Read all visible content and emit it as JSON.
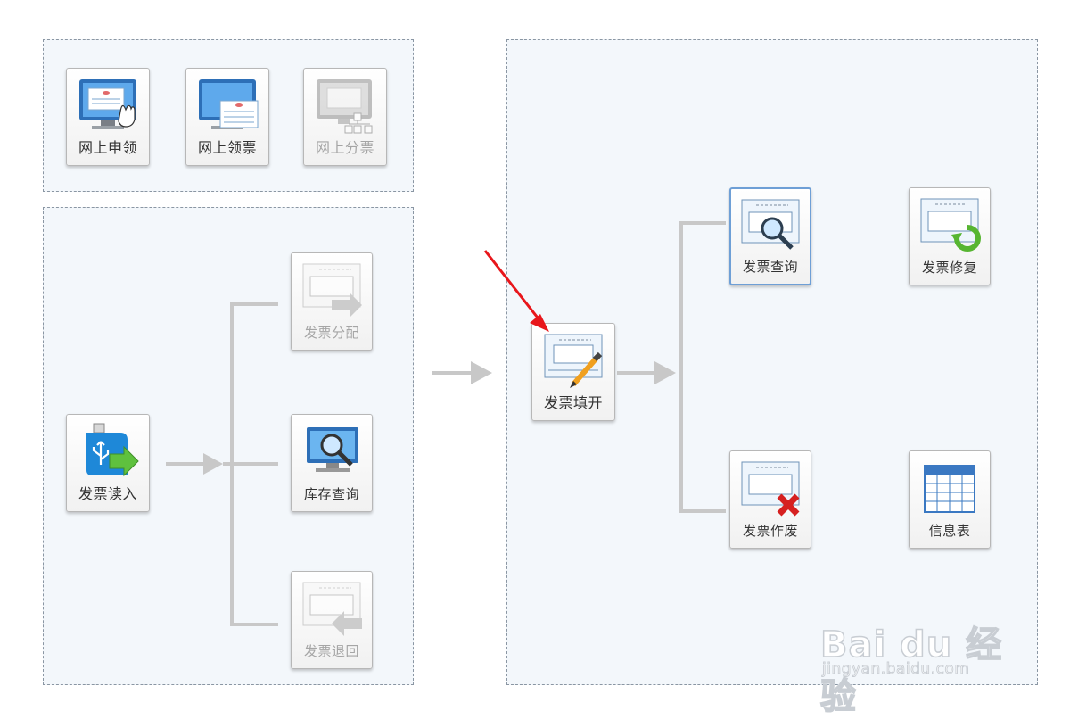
{
  "top_panel": {
    "tiles": [
      {
        "label": "网上申领",
        "state": "normal",
        "icon": "online-apply-icon"
      },
      {
        "label": "网上领票",
        "state": "normal",
        "icon": "online-receive-icon"
      },
      {
        "label": "网上分票",
        "state": "disabled",
        "icon": "online-distribute-icon"
      }
    ]
  },
  "left_panel": {
    "source": {
      "label": "发票读入",
      "icon": "usb-import-icon"
    },
    "targets": [
      {
        "label": "发票分配",
        "state": "disabled",
        "icon": "invoice-distribute-icon"
      },
      {
        "label": "库存查询",
        "state": "normal",
        "icon": "inventory-search-icon"
      },
      {
        "label": "发票退回",
        "state": "disabled",
        "icon": "invoice-return-icon"
      }
    ]
  },
  "right_panel": {
    "source": {
      "label": "发票填开",
      "icon": "invoice-fill-icon",
      "highlighted_by": "red-arrow"
    },
    "targets": [
      {
        "label": "发票查询",
        "state": "selected",
        "icon": "invoice-search-icon"
      },
      {
        "label": "发票修复",
        "state": "normal",
        "icon": "invoice-repair-icon"
      },
      {
        "label": "发票作废",
        "state": "normal",
        "icon": "invoice-void-icon"
      },
      {
        "label": "信息表",
        "state": "normal",
        "icon": "info-table-icon"
      }
    ]
  },
  "watermark": {
    "brand": "Bai du 经验",
    "url": "jingyan.baidu.com"
  },
  "colors": {
    "panel_bg": "#f3f7fb",
    "panel_border": "#8a96a3",
    "connector": "#c8c8c8",
    "arrow_highlight": "#e8161b",
    "selected_border": "#6e9fd6"
  }
}
